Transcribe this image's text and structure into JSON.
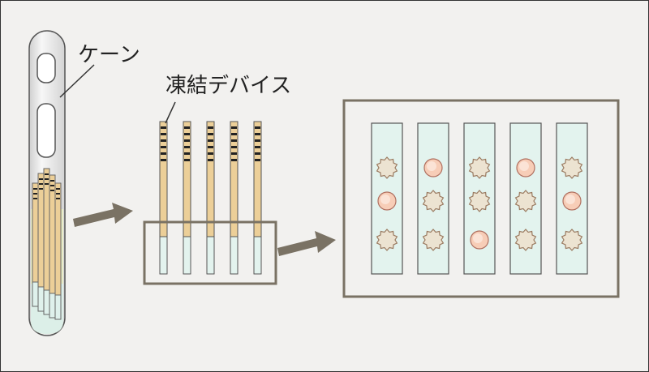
{
  "labels": {
    "cane": "ケーン",
    "freezing_device": "凍結デバイス"
  },
  "colors": {
    "background": "#f2f1ef",
    "outline": "#7a7264",
    "device_stick": "#eccf98",
    "solution": "#e3f3ee",
    "embryo_round": "#f7cdb7",
    "embryo_shrunk": "#ece3d1",
    "cane_tube": "#eeeeee",
    "cane_liquid": "#e9edc8"
  },
  "detail_columns": [
    [
      "shrunk",
      "round",
      "shrunk"
    ],
    [
      "round",
      "shrunk",
      "shrunk"
    ],
    [
      "shrunk",
      "shrunk",
      "round"
    ],
    [
      "round",
      "shrunk",
      "shrunk"
    ],
    [
      "shrunk",
      "round",
      "shrunk"
    ]
  ]
}
